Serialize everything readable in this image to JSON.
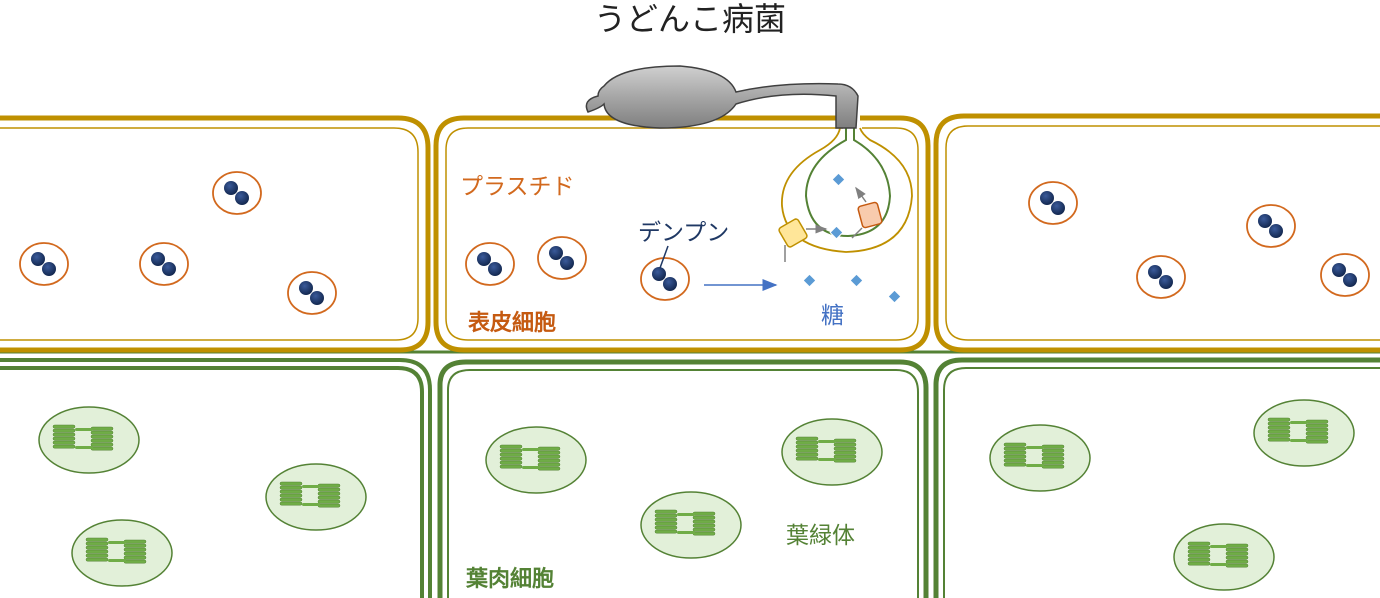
{
  "title": "うどんこ病菌",
  "labels": {
    "plastid": "プラスチド",
    "starch": "デンプン",
    "sugar": "糖",
    "epidermal_cell": "表皮細胞",
    "mesophyll_cell": "葉肉細胞",
    "chloroplast": "葉緑体"
  },
  "colors": {
    "epidermal_wall": "#bf9000",
    "mesophyll_wall": "#548235",
    "fungus": "#a6a6a6",
    "plastid_outline": "#d2691e",
    "starch_grain": "#1f3864",
    "sugar": "#5b9bd5",
    "chloroplast_fill": "#e2f0d9",
    "thylakoid": "#70ad47",
    "transporter_yellow": "#ffe699",
    "transporter_orange": "#f8cbad"
  }
}
